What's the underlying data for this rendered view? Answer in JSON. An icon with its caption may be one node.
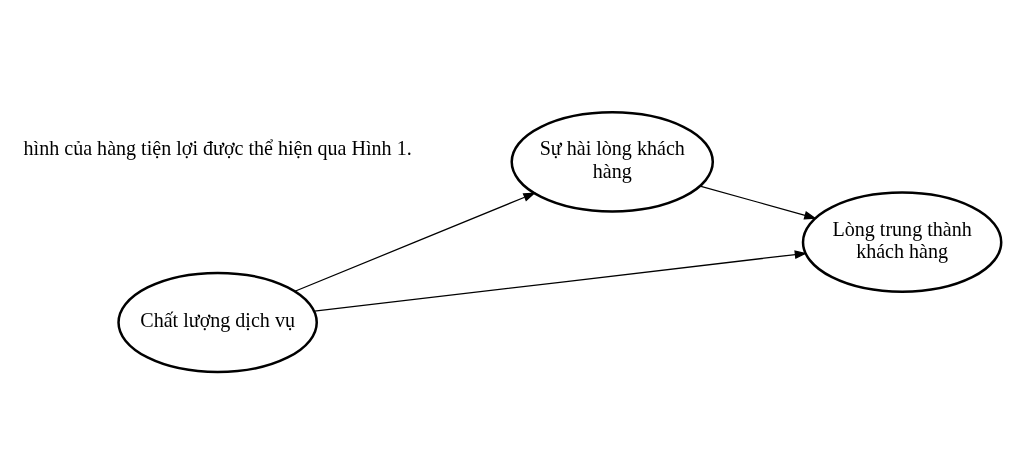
{
  "diagram": {
    "nodes": [
      {
        "text": [
          "Chất lượng dịch vụ"
        ]
      },
      {
        "text": [
          "Sự hài lòng khách hàng"
        ]
      },
      {
        "text": [
          "Lòng trung thành khách hàng"
        ]
      }
    ],
    "edges": [
      {
        "from": 0,
        "to": 1,
        "arrow": "to"
      },
      {
        "from": 1,
        "to": 2,
        "arrow": "to"
      },
      {
        "from": 0,
        "to": 2,
        "arrow": "to"
      }
    ],
    "labels": [
      "hình của hàng tiện lợi được thể hiện qua Hình 1."
    ]
  }
}
